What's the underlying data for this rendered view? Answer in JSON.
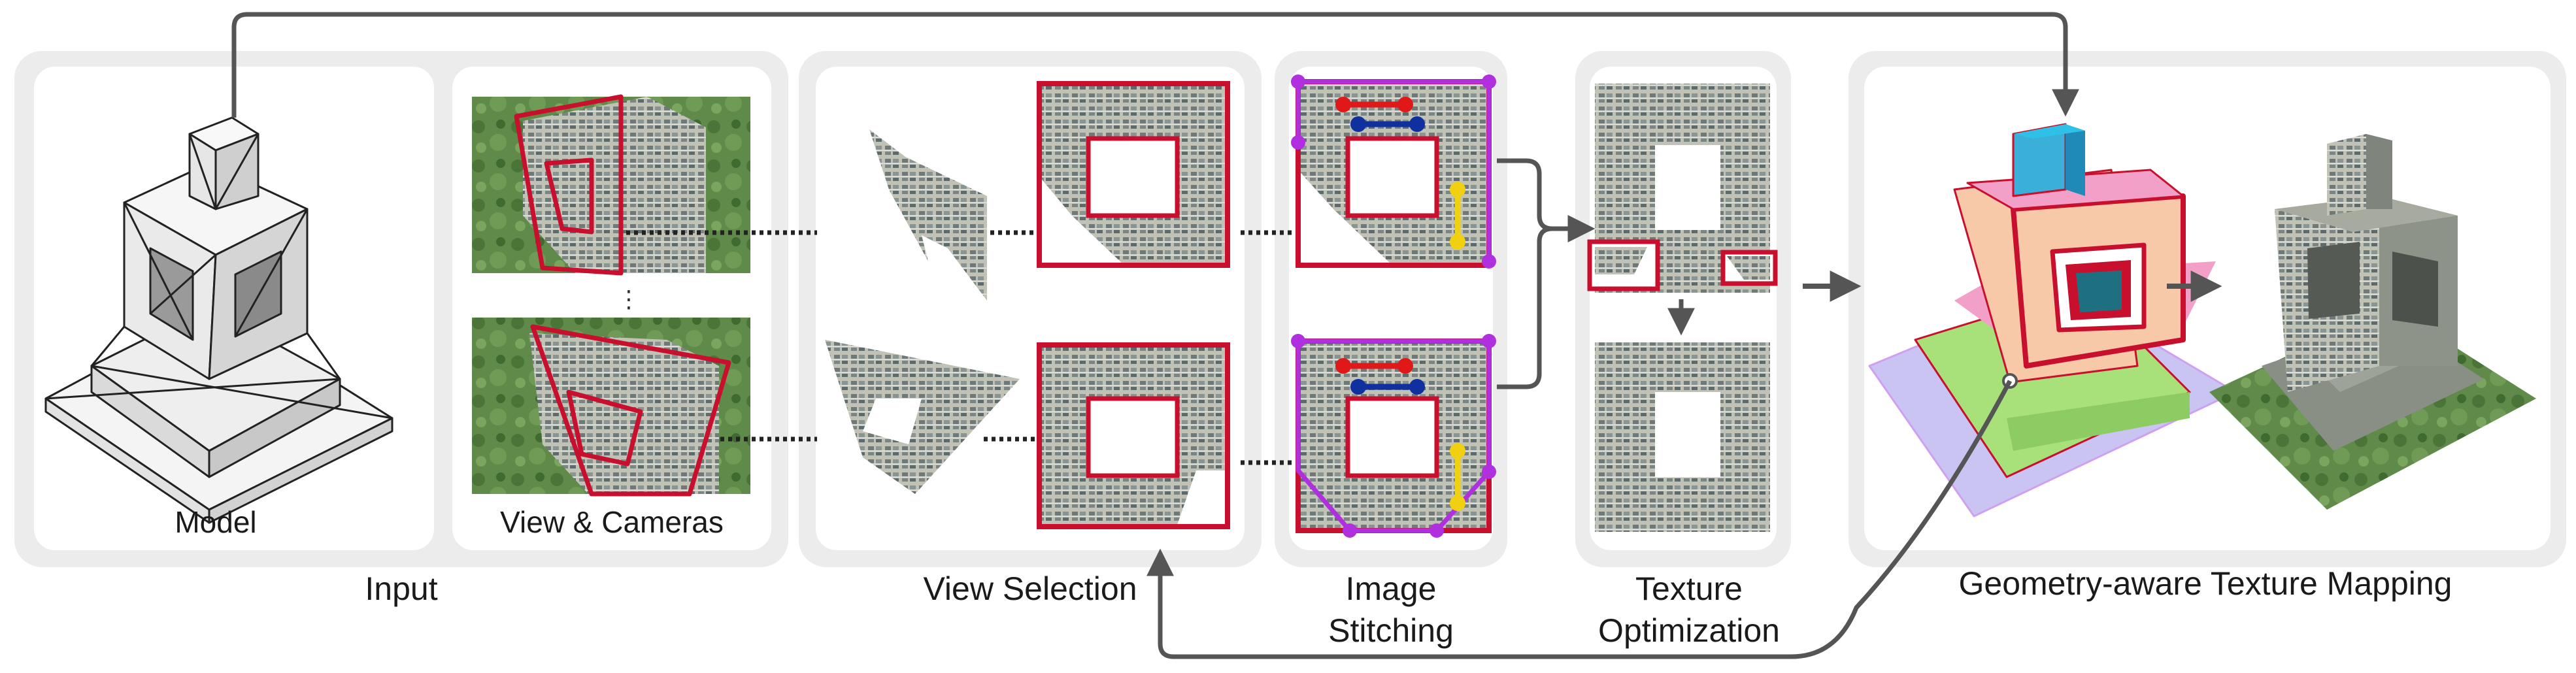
{
  "labels": {
    "model": "Model",
    "view_cameras": "View & Cameras",
    "input": "Input",
    "view_selection": "View Selection",
    "image_stitching_line1": "Image",
    "image_stitching_line2": "Stitching",
    "texture_optimization_line1": "Texture",
    "texture_optimization_line2": "Optimization",
    "geometry_mapping": "Geometry-aware Texture Mapping"
  },
  "colors": {
    "panel_bg": "#ececec",
    "card_bg": "#ffffff",
    "region_red": "#c8102e",
    "seam_magenta": "#b030e0",
    "seam_red": "#e01818",
    "seam_blue": "#1030a0",
    "seam_yellow": "#f0d010",
    "arrow_gray": "#555555",
    "facade": "#b9bdb0",
    "aerial_green": "#5f8a4a",
    "face_cyan": "#3ab0d8",
    "face_peach": "#f7c9a8",
    "face_green": "#a8e07a",
    "face_lavender": "#c9c4f2",
    "face_pink": "#f2a0c8"
  }
}
